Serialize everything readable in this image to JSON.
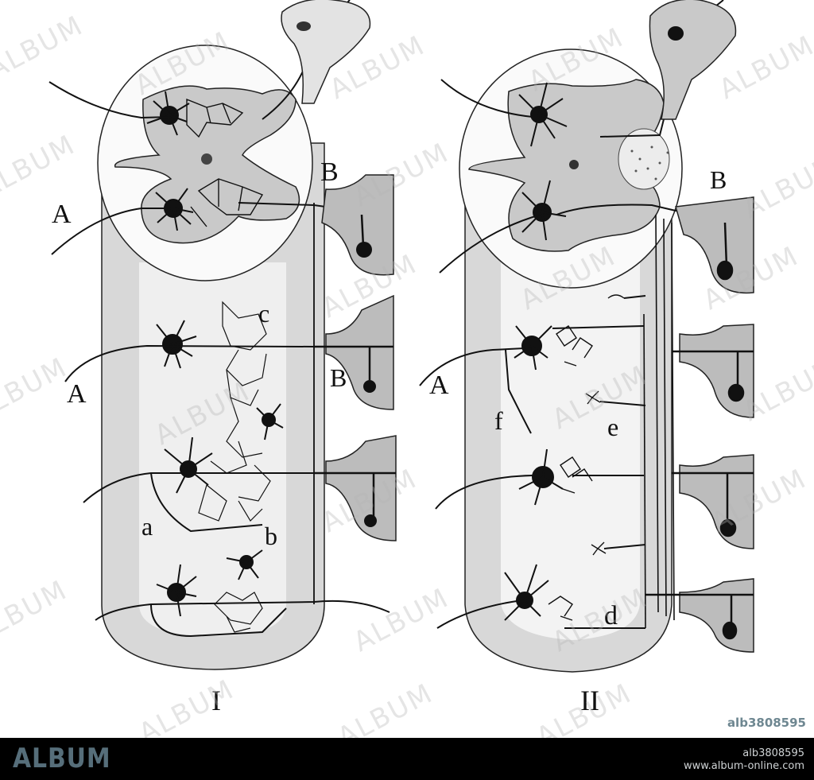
{
  "figure": {
    "panels": [
      {
        "id": "I",
        "caption": "I",
        "labels": {
          "A_top": "A",
          "B_top": "B",
          "A_mid": "A",
          "B_mid": "B",
          "a": "a",
          "b": "b",
          "c": "c"
        }
      },
      {
        "id": "II",
        "caption": "II",
        "labels": {
          "A_mid": "A",
          "B_top": "B",
          "d": "d",
          "e": "e",
          "f": "f"
        }
      }
    ],
    "colors": {
      "gray_matter": "#c9c9c9",
      "white_matter": "#dcdcdc",
      "ink": "#111111",
      "paper": "#ffffff"
    }
  },
  "watermark": {
    "text": "ALBUM"
  },
  "image_id_tag": "alb3808595",
  "footer": {
    "brand": "ALBUM",
    "id": "alb3808595",
    "url": "www.album-online.com"
  }
}
